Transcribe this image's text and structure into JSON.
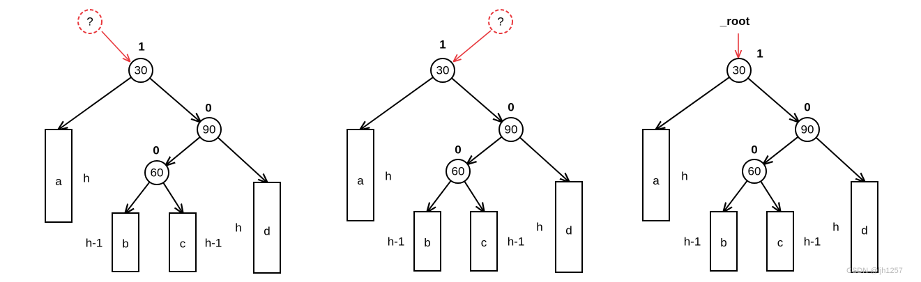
{
  "diagrams": [
    {
      "id": "d1",
      "parent": {
        "kind": "unknown",
        "text": "?"
      },
      "nodes": {
        "n30": {
          "value": "30",
          "bf": "1"
        },
        "n90": {
          "value": "90",
          "bf": "0"
        },
        "n60": {
          "value": "60",
          "bf": "0"
        }
      },
      "subtrees": {
        "a": {
          "name": "a",
          "height": "h"
        },
        "b": {
          "name": "b",
          "height": "h-1"
        },
        "c": {
          "name": "c",
          "height": "h-1"
        },
        "d": {
          "name": "d",
          "height": "h"
        }
      }
    },
    {
      "id": "d2",
      "parent": {
        "kind": "unknown",
        "text": "?"
      },
      "nodes": {
        "n30": {
          "value": "30",
          "bf": "1"
        },
        "n90": {
          "value": "90",
          "bf": "0"
        },
        "n60": {
          "value": "60",
          "bf": "0"
        }
      },
      "subtrees": {
        "a": {
          "name": "a",
          "height": "h"
        },
        "b": {
          "name": "b",
          "height": "h-1"
        },
        "c": {
          "name": "c",
          "height": "h-1"
        },
        "d": {
          "name": "d",
          "height": "h"
        }
      }
    },
    {
      "id": "d3",
      "parent": {
        "kind": "root",
        "text": "_root"
      },
      "nodes": {
        "n30": {
          "value": "30",
          "bf": "1"
        },
        "n90": {
          "value": "90",
          "bf": "0"
        },
        "n60": {
          "value": "60",
          "bf": "0"
        }
      },
      "subtrees": {
        "a": {
          "name": "a",
          "height": "h"
        },
        "b": {
          "name": "b",
          "height": "h-1"
        },
        "c": {
          "name": "c",
          "height": "h-1"
        },
        "d": {
          "name": "d",
          "height": "h"
        }
      }
    }
  ],
  "watermark": "CSDN @ljh1257",
  "colors": {
    "arrow": "#000000",
    "highlight": "#e8383d"
  }
}
